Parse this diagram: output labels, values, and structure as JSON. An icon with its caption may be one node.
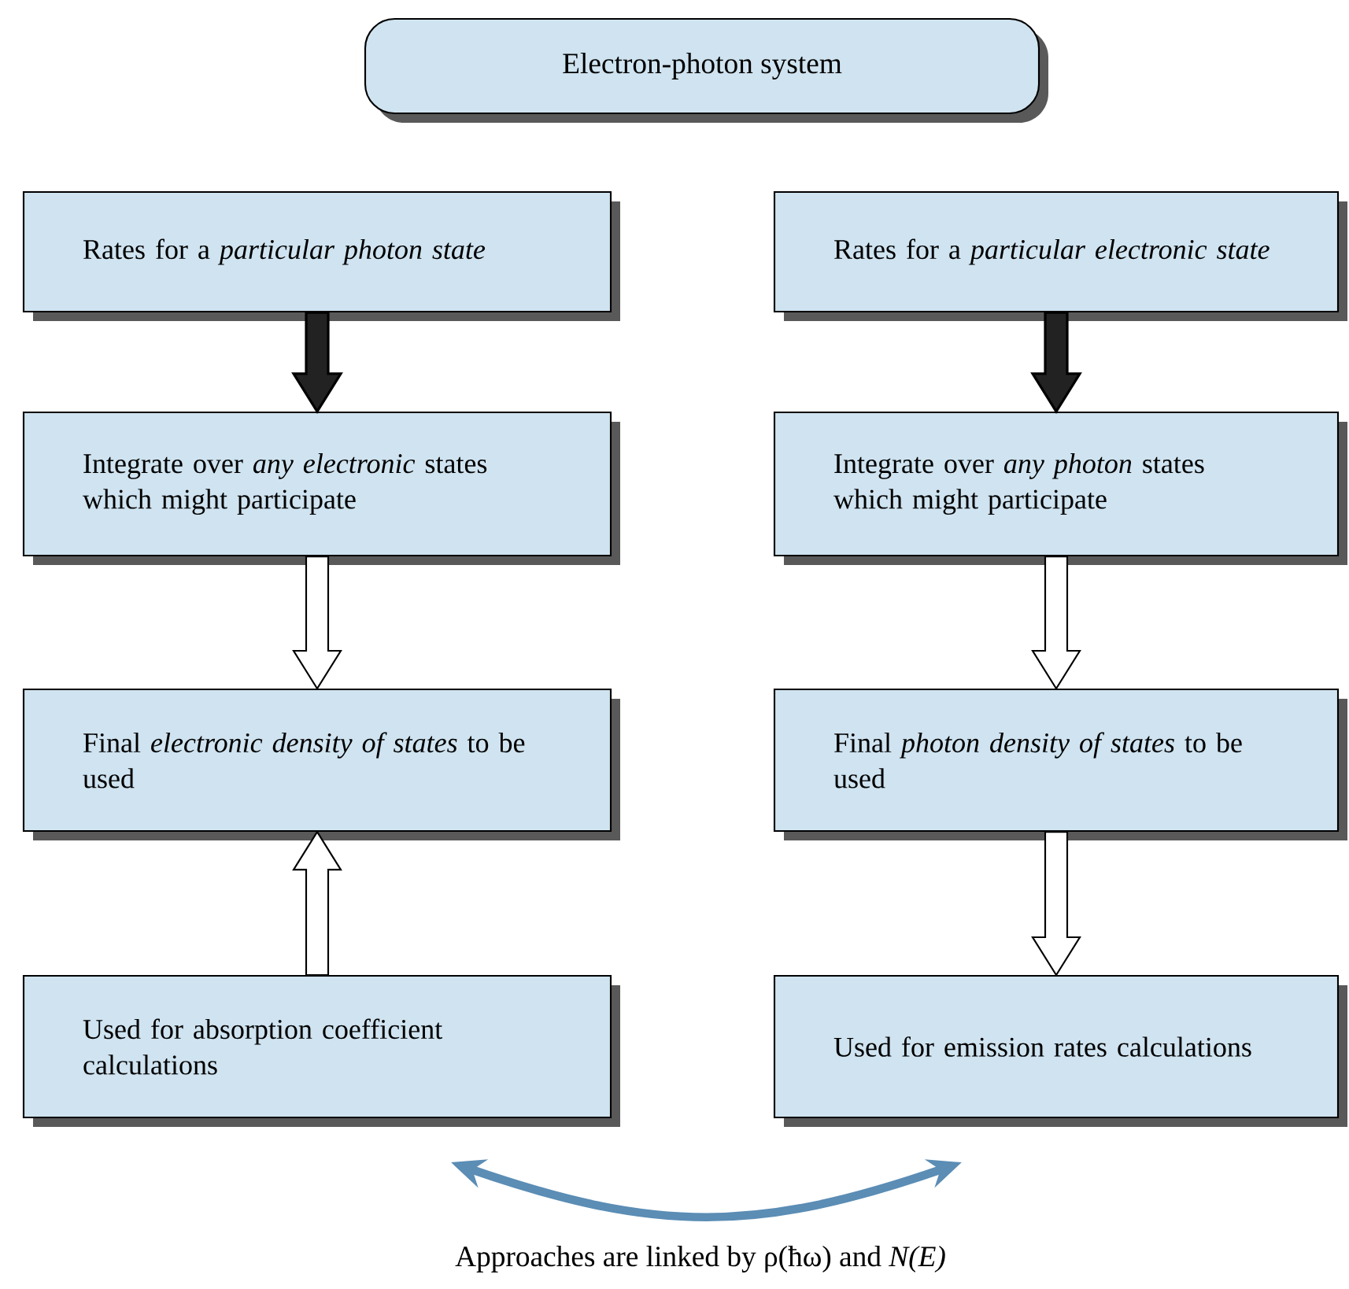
{
  "diagram": {
    "caption": "Approaches are linked by ρ(ħω) and *N(E)*",
    "nodes": [
      {
        "text": [
          "Electron-photon system"
        ]
      },
      {
        "text": [
          "Rates for a *particular photon state*"
        ]
      },
      {
        "text": [
          "Rates for a *particular electronic state*"
        ]
      },
      {
        "text": [
          "Integrate over *any electronic* states which might participate"
        ]
      },
      {
        "text": [
          "Integrate over *any photon* states which might participate"
        ]
      },
      {
        "text": [
          "Final *electronic density of states* to be used"
        ]
      },
      {
        "text": [
          "Final *photon density of states* to be used"
        ]
      },
      {
        "text": [
          "Used for absorption coefficient calculations"
        ]
      },
      {
        "text": [
          "Used for emission rates calculations"
        ]
      }
    ],
    "edges": [
      {
        "from": 1,
        "to": 3,
        "arrow": "to",
        "style": "thick",
        "color": "#222222"
      },
      {
        "from": 2,
        "to": 4,
        "arrow": "to",
        "style": "thick",
        "color": "#222222"
      },
      {
        "from": 3,
        "to": 5,
        "arrow": "to"
      },
      {
        "from": 4,
        "to": 6,
        "arrow": "to"
      },
      {
        "from": 7,
        "to": 5,
        "arrow": "to"
      },
      {
        "from": 6,
        "to": 8,
        "arrow": "to"
      },
      {
        "from": 7,
        "to": 8,
        "arrow": "both",
        "color": "#5b8db5"
      }
    ]
  }
}
